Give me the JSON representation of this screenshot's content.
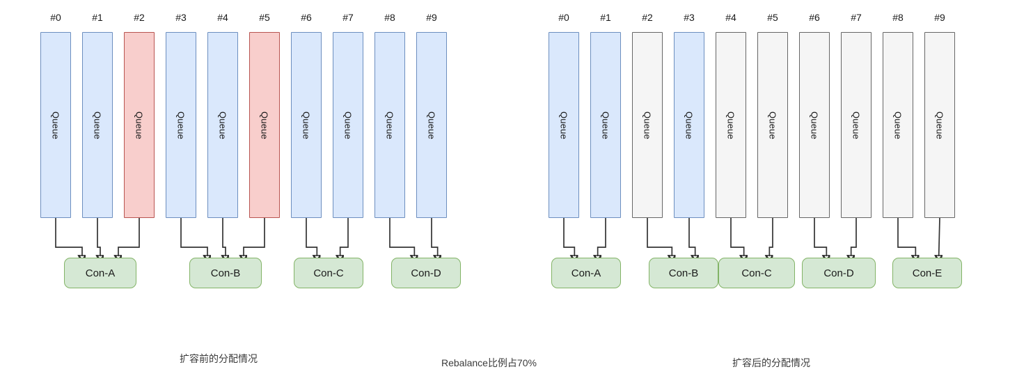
{
  "colors": {
    "blue_fill": "#dae8fc",
    "blue_border": "#6c8ebf",
    "red_fill": "#f8cecc",
    "red_border": "#b85450",
    "gray_fill": "#f5f5f5",
    "gray_border": "#666666",
    "green_fill": "#d5e8d4",
    "green_border": "#82b366",
    "arrow": "#333333",
    "background": "#ffffff"
  },
  "queue_label": "Queue",
  "left_panel": {
    "caption": "扩容前的分配情况",
    "queues": [
      {
        "index": "#0",
        "label": "Queue",
        "state": "blue"
      },
      {
        "index": "#1",
        "label": "Queue",
        "state": "blue"
      },
      {
        "index": "#2",
        "label": "Queue",
        "state": "red"
      },
      {
        "index": "#3",
        "label": "Queue",
        "state": "blue"
      },
      {
        "index": "#4",
        "label": "Queue",
        "state": "blue"
      },
      {
        "index": "#5",
        "label": "Queue",
        "state": "red"
      },
      {
        "index": "#6",
        "label": "Queue",
        "state": "blue"
      },
      {
        "index": "#7",
        "label": "Queue",
        "state": "blue"
      },
      {
        "index": "#8",
        "label": "Queue",
        "state": "blue"
      },
      {
        "index": "#9",
        "label": "Queue",
        "state": "blue"
      }
    ],
    "consumers": [
      {
        "label": "Con-A",
        "queues": [
          0,
          1,
          2
        ]
      },
      {
        "label": "Con-B",
        "queues": [
          3,
          4,
          5
        ]
      },
      {
        "label": "Con-C",
        "queues": [
          6,
          7
        ]
      },
      {
        "label": "Con-D",
        "queues": [
          8,
          9
        ]
      }
    ]
  },
  "middle_caption": "Rebalance比例占70%",
  "right_panel": {
    "caption": "扩容后的分配情况",
    "queues": [
      {
        "index": "#0",
        "label": "Queue",
        "state": "blue"
      },
      {
        "index": "#1",
        "label": "Queue",
        "state": "blue"
      },
      {
        "index": "#2",
        "label": "Queue",
        "state": "gray"
      },
      {
        "index": "#3",
        "label": "Queue",
        "state": "blue"
      },
      {
        "index": "#4",
        "label": "Queue",
        "state": "gray"
      },
      {
        "index": "#5",
        "label": "Queue",
        "state": "gray"
      },
      {
        "index": "#6",
        "label": "Queue",
        "state": "gray"
      },
      {
        "index": "#7",
        "label": "Queue",
        "state": "gray"
      },
      {
        "index": "#8",
        "label": "Queue",
        "state": "gray"
      },
      {
        "index": "#9",
        "label": "Queue",
        "state": "gray"
      }
    ],
    "consumers": [
      {
        "label": "Con-A",
        "queues": [
          0,
          1
        ]
      },
      {
        "label": "Con-B",
        "queues": [
          2,
          3
        ]
      },
      {
        "label": "Con-C",
        "queues": [
          4,
          5
        ]
      },
      {
        "label": "Con-D",
        "queues": [
          6,
          7
        ]
      },
      {
        "label": "Con-E",
        "queues": [
          8,
          9
        ]
      }
    ]
  }
}
